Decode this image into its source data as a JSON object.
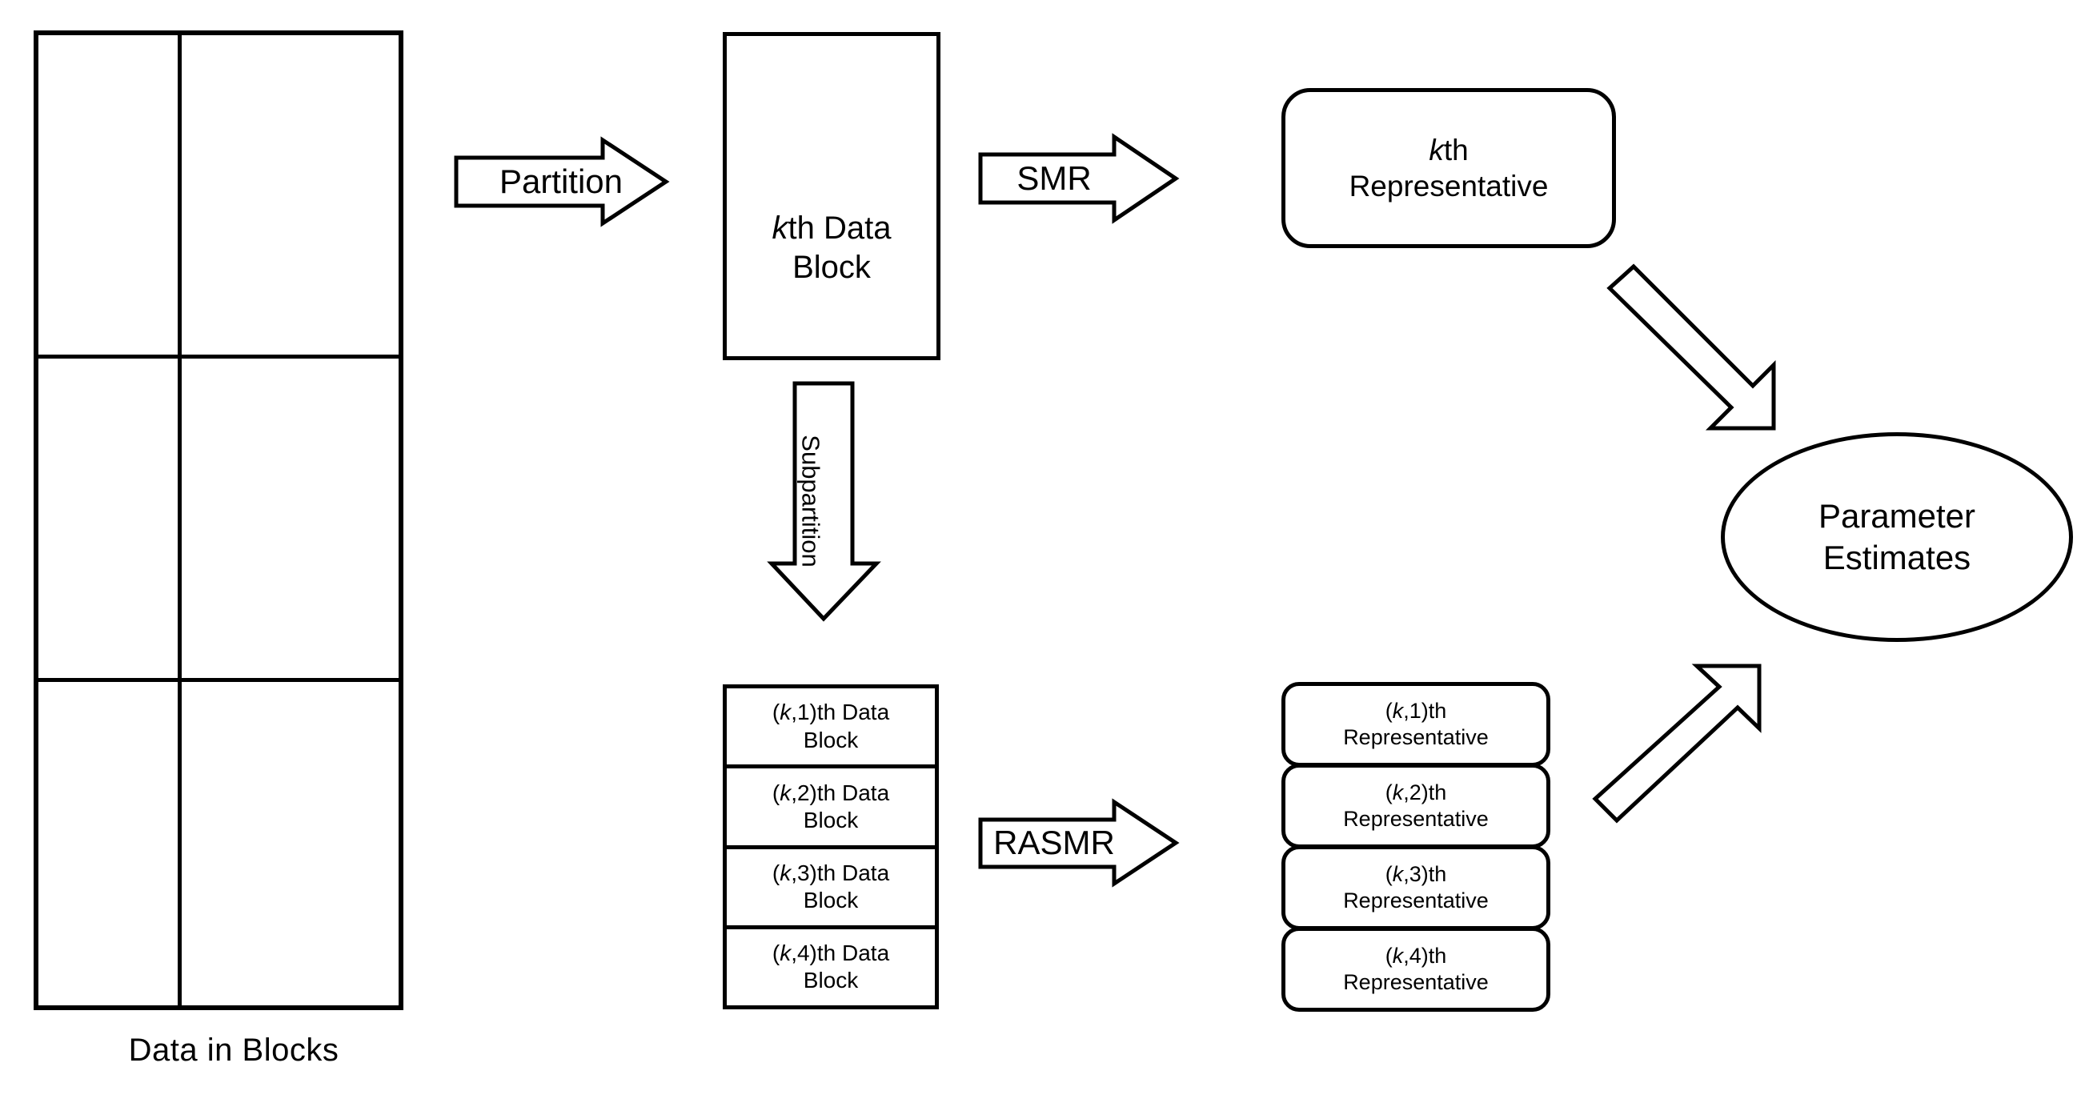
{
  "diagram": {
    "title": "Distributed estimation workflow: partition, subpartition, SMR, RASMR",
    "colors": {
      "stroke": "#000000",
      "fill": "#ffffff",
      "background": "#ffffff"
    }
  },
  "data_grid": {
    "caption": "Data in Blocks",
    "rows": 3,
    "columns": 2,
    "cells": [
      "",
      "",
      "",
      "",
      "",
      ""
    ]
  },
  "nodes": {
    "kth_data_block": {
      "line1_italic": "k",
      "line1_rest": "th Data",
      "line2": "Block"
    },
    "kth_representative": {
      "line1_italic": "k",
      "line1_rest": "th",
      "line2": "Representative"
    },
    "parameter_estimates": {
      "line1": "Parameter",
      "line2": "Estimates"
    }
  },
  "sub_blocks": [
    {
      "prefix": "(",
      "italic": "k",
      "suffix": ",1)th Data",
      "line2": "Block"
    },
    {
      "prefix": "(",
      "italic": "k",
      "suffix": ",2)th Data",
      "line2": "Block"
    },
    {
      "prefix": "(",
      "italic": "k",
      "suffix": ",3)th Data",
      "line2": "Block"
    },
    {
      "prefix": "(",
      "italic": "k",
      "suffix": ",4)th Data",
      "line2": "Block"
    }
  ],
  "representatives": [
    {
      "prefix": "(",
      "italic": "k",
      "suffix": ",1)th",
      "line2": "Representative"
    },
    {
      "prefix": "(",
      "italic": "k",
      "suffix": ",2)th",
      "line2": "Representative"
    },
    {
      "prefix": "(",
      "italic": "k",
      "suffix": ",3)th",
      "line2": "Representative"
    },
    {
      "prefix": "(",
      "italic": "k",
      "suffix": ",4)th",
      "line2": "Representative"
    }
  ],
  "arrows": {
    "partition": {
      "label": "Partition",
      "direction": "right"
    },
    "smr": {
      "label": "SMR",
      "direction": "right"
    },
    "rasmr": {
      "label": "RASMR",
      "direction": "right"
    },
    "subpartition": {
      "label": "Subpartition",
      "direction": "down"
    },
    "merge_top": {
      "label": "",
      "direction": "down-right"
    },
    "merge_bottom": {
      "label": "",
      "direction": "up-right"
    }
  }
}
